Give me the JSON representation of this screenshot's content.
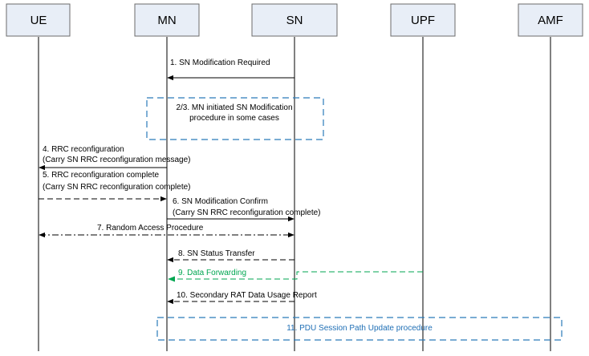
{
  "entities": [
    {
      "label": "UE"
    },
    {
      "label": "MN"
    },
    {
      "label": "SN"
    },
    {
      "label": "UPF"
    },
    {
      "label": "AMF"
    }
  ],
  "messages": {
    "m1": "1. SN Modification Required",
    "m23_line1": "2/3. MN initiated SN Modification",
    "m23_line2": "procedure in some cases",
    "m4_line1": "4. RRC reconfiguration",
    "m4_line2": "(Carry SN RRC reconfiguration message)",
    "m5_line1": "5. RRC reconfiguration complete",
    "m5_line2": "(Carry SN RRC reconfiguration complete)",
    "m6_line1": "6. SN Modification Confirm",
    "m6_line2": "(Carry SN RRC reconfiguration complete)",
    "m7": "7. Random Access Procedure",
    "m8": "8. SN Status Transfer",
    "m9": "9. Data Forwarding",
    "m10": "10. Secondary RAT Data Usage Report",
    "m11": "11. PDU Session Path Update procedure"
  },
  "colors": {
    "entity_fill": "#e8eef7",
    "procedure_box": "#2a7ab9",
    "data_forwarding": "#00a651",
    "procedure_text": "#1f6fb5"
  }
}
